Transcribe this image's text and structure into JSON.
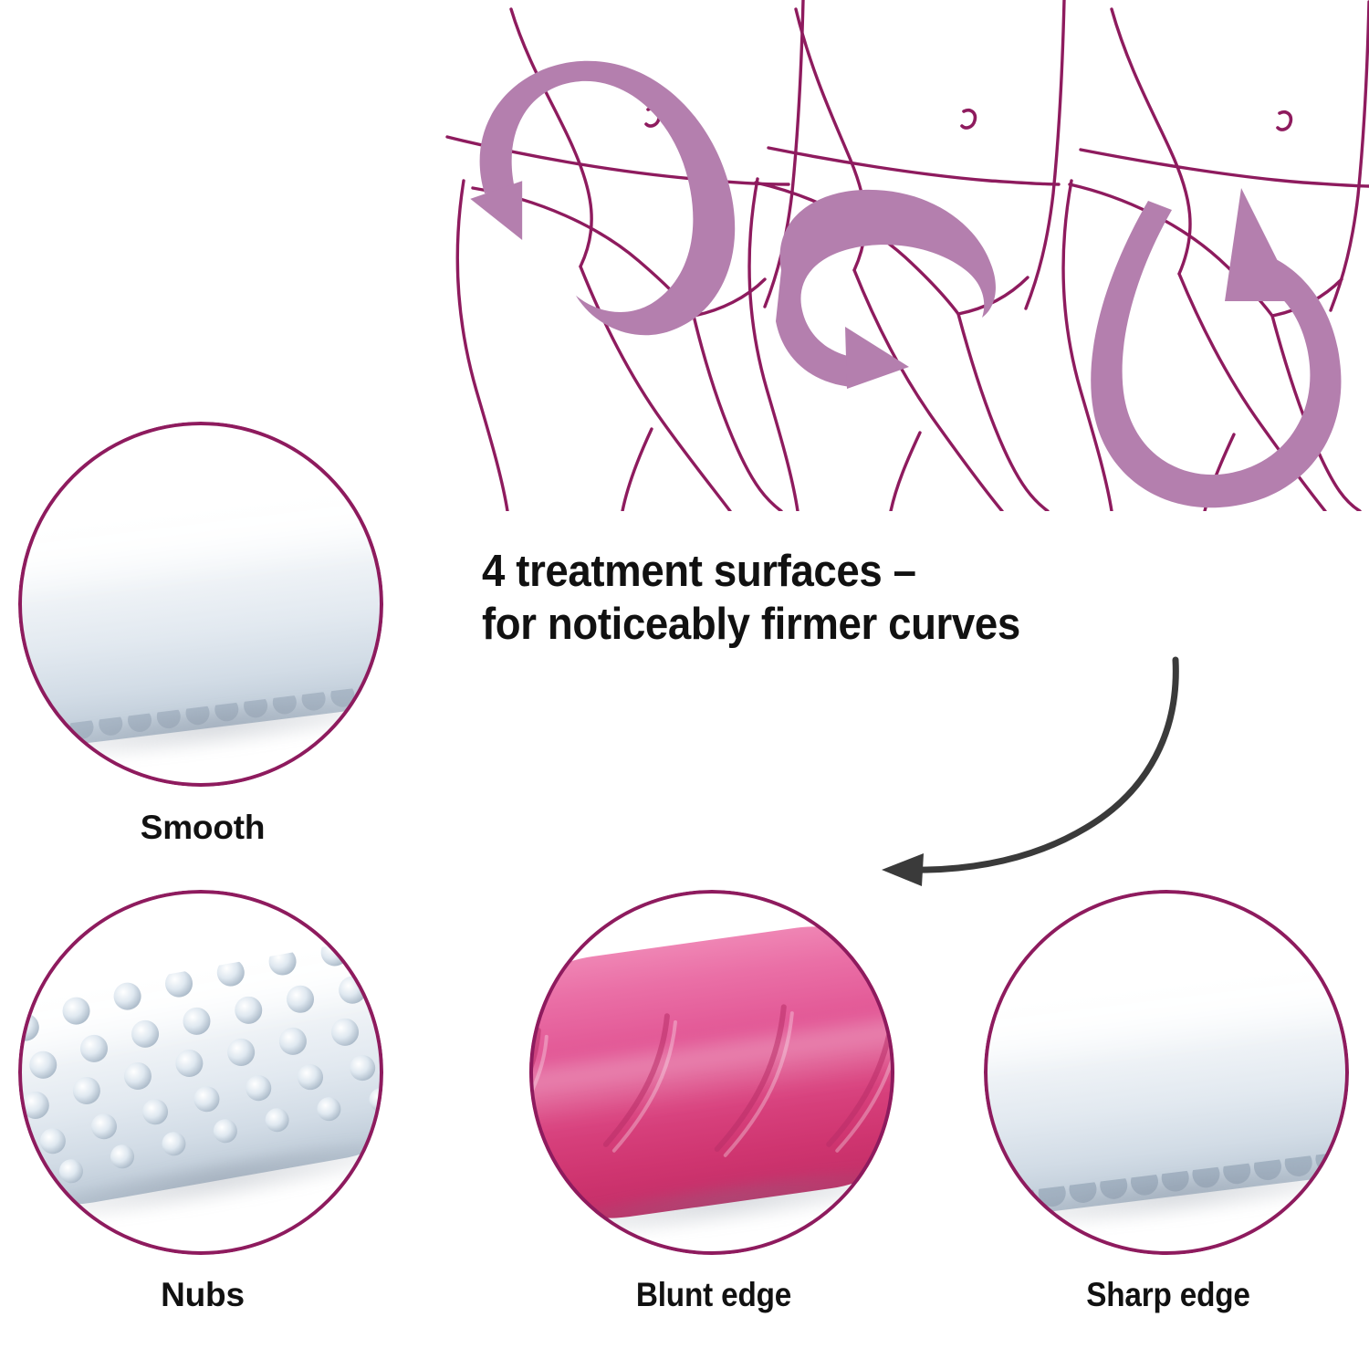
{
  "headline": {
    "line1": "4 treatment surfaces –",
    "line2": "for noticeably firmer curves",
    "full": "4 treatment surfaces –\nfor noticeably firmer curves"
  },
  "colors": {
    "ring": "#8E1B5E",
    "body_lines": "#8E1B5E",
    "motion_arrow": "#B47FAE",
    "pointer_arrow": "#3A3A3A",
    "roller_white": "#E2E9F0",
    "roller_pink": "#D9437F",
    "text": "#111111",
    "background": "#FFFFFF"
  },
  "figures": [
    {
      "name": "hip-front-rotation",
      "arrow": "counter-clockwise-loop-left"
    },
    {
      "name": "hip-side-rotation",
      "arrow": "clockwise-loop-down-right"
    },
    {
      "name": "buttock-vertical-rotation",
      "arrow": "vertical-u-loop-up"
    }
  ],
  "surfaces": [
    {
      "id": "smooth",
      "label": "Smooth",
      "texture": "smooth-with-ridge",
      "color": "#E2E9F0"
    },
    {
      "id": "nubs",
      "label": "Nubs",
      "texture": "dome-nubs",
      "color": "#E2E9F0"
    },
    {
      "id": "blunt-edge",
      "label": "Blunt edge",
      "texture": "chevron-grooves",
      "color": "#D9437F"
    },
    {
      "id": "sharp-edge",
      "label": "Sharp edge",
      "texture": "sharp-ridge",
      "color": "#E2E9F0"
    }
  ],
  "count": {
    "surfaces": 4
  }
}
